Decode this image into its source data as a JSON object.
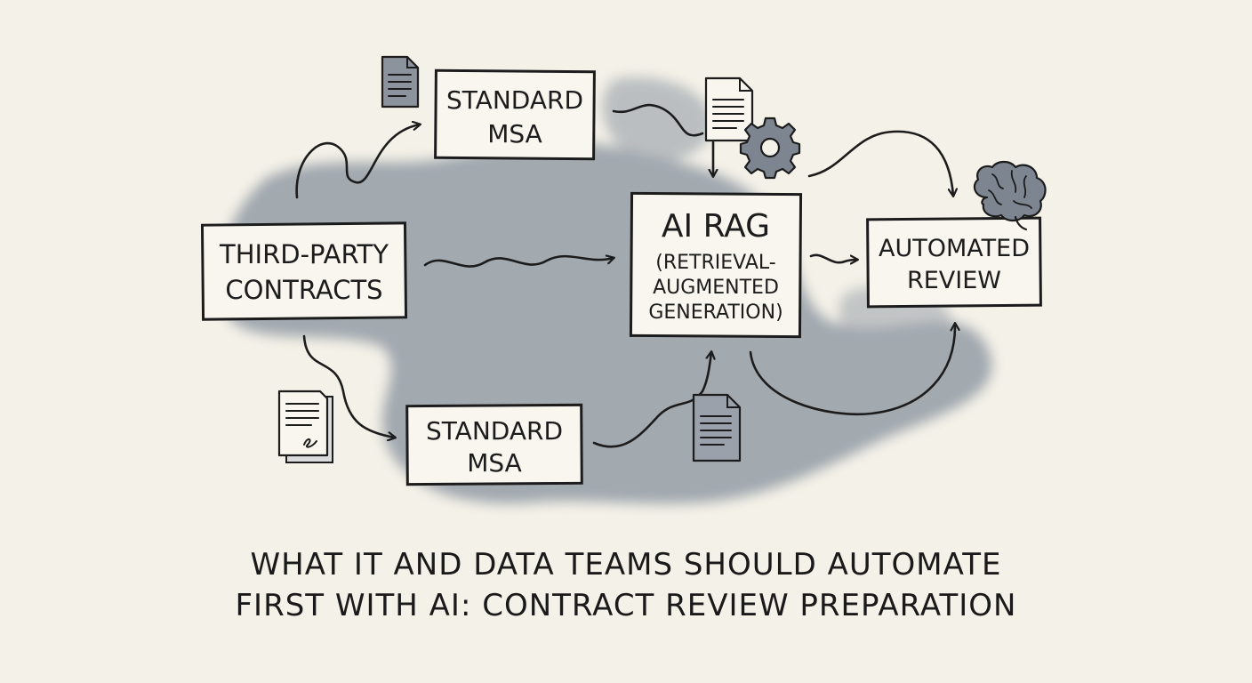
{
  "nodes": {
    "third_party": {
      "lines": [
        "THIRD-PARTY",
        "CONTRACTS"
      ]
    },
    "msa_top": {
      "lines": [
        "STANDARD",
        "MSA"
      ]
    },
    "msa_bottom": {
      "lines": [
        "STANDARD",
        "MSA"
      ]
    },
    "ai_rag": {
      "lines": [
        "AI RAG",
        "(RETRIEVAL-",
        "AUGMENTED",
        "GENERATION)"
      ]
    },
    "review": {
      "lines": [
        "AUTOMATED",
        "REVIEW"
      ]
    }
  },
  "caption": {
    "line1": "WHAT IT AND DATA TEAMS SHOULD AUTOMATE",
    "line2": "FIRST WITH AI: CONTRACT REVIEW PREPARATION"
  },
  "colors": {
    "ink": "#1c1c1c",
    "wash": "#6f7d8d",
    "paper": "#f4f1e8",
    "box_fill": "#f8f6ef"
  },
  "icons": [
    "document-icon",
    "signed-document-icon",
    "gear-icon",
    "brain-icon"
  ]
}
